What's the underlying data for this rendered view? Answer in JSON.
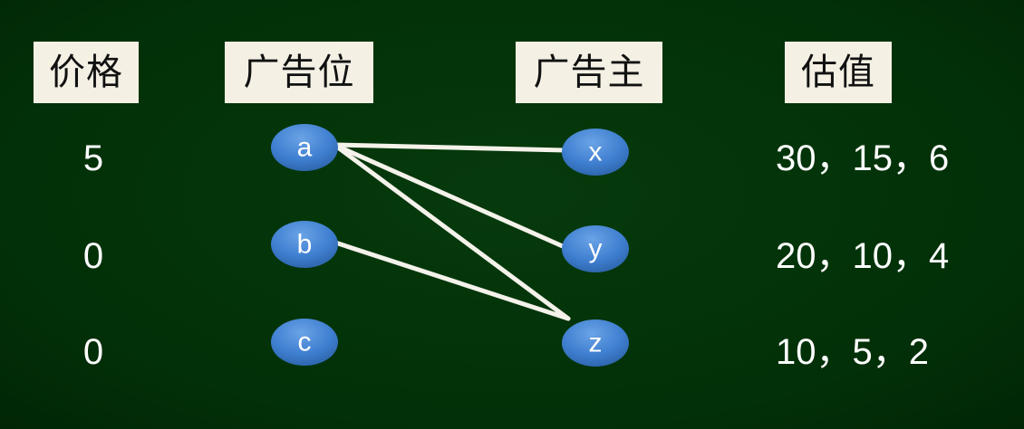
{
  "headers": {
    "price": "价格",
    "slot": "广告位",
    "advertiser": "广告主",
    "valuation": "估值"
  },
  "prices": [
    "5",
    "0",
    "0"
  ],
  "slots": [
    "a",
    "b",
    "c"
  ],
  "advertisers": [
    "x",
    "y",
    "z"
  ],
  "valuations": [
    "30，15，6",
    "20，10，4",
    "10，5，2"
  ],
  "edges": [
    {
      "from": "a",
      "to": "x"
    },
    {
      "from": "a",
      "to": "y"
    },
    {
      "from": "a",
      "to": "z"
    },
    {
      "from": "b",
      "to": "z"
    }
  ],
  "colors": {
    "background": "#023008",
    "node": "#3f7fd0",
    "edge": "#f4f2ea",
    "header_bg": "#f4f0e4"
  }
}
